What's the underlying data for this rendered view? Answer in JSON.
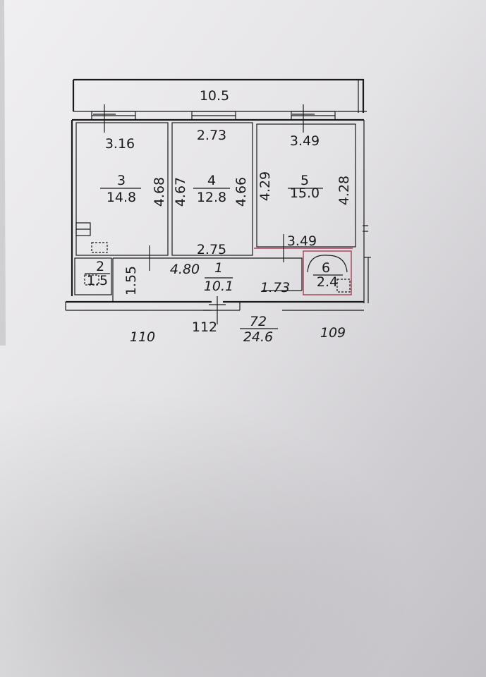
{
  "plan": {
    "outer_dims": {
      "top_overall": "10.5",
      "flat_number_left": "110",
      "flat_number_center": "112",
      "flat_number_right": "109",
      "apartment_id": "72",
      "apartment_area": "24.6"
    },
    "rooms": [
      {
        "id": "room-3",
        "number": "3",
        "area": "14.8",
        "width_top": "3.16",
        "height": "4.68"
      },
      {
        "id": "room-4",
        "number": "4",
        "area": "12.8",
        "width_top": "2.73",
        "height_left": "4.67",
        "height_right": "4.66",
        "width_bottom": "2.75"
      },
      {
        "id": "room-5",
        "number": "5",
        "area": "15.0",
        "width_top": "3.49",
        "height_left": "4.29",
        "height_right": "4.28",
        "width_bottom": "3.49"
      },
      {
        "id": "room-1",
        "number": "1",
        "area": "10.1",
        "width": "4.80",
        "depth": "1.55",
        "side": "1.73"
      },
      {
        "id": "room-2",
        "number": "2",
        "area": "1.5"
      },
      {
        "id": "room-6",
        "number": "6",
        "area": "2.4"
      }
    ]
  }
}
